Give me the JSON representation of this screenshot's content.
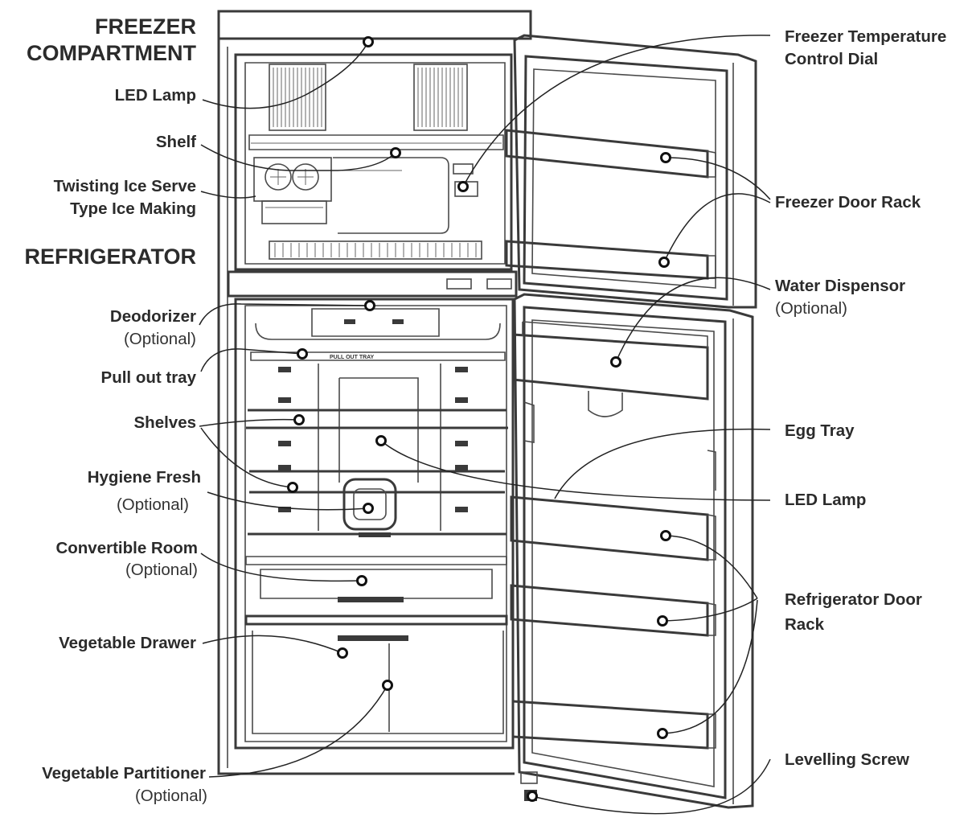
{
  "sections": {
    "freezer_line1": "FREEZER",
    "freezer_line2": "COMPARTMENT",
    "refrigerator": "REFRIGERATOR"
  },
  "labels": {
    "led_lamp_freezer": "LED Lamp",
    "shelf": "Shelf",
    "ice_line1": "Twisting Ice Serve",
    "ice_line2": "Type Ice Making",
    "deodorizer": "Deodorizer",
    "pull_out_tray": "Pull out tray",
    "shelves": "Shelves",
    "hygiene_fresh": "Hygiene Fresh",
    "convertible_room": "Convertible Room",
    "vegetable_drawer": "Vegetable Drawer",
    "vegetable_partitioner": "Vegetable Partitioner",
    "freezer_temp_line1": "Freezer Temperature",
    "freezer_temp_line2": "Control Dial",
    "freezer_door_rack": "Freezer Door Rack",
    "water_dispensor": "Water Dispensor",
    "egg_tray": "Egg Tray",
    "led_lamp_fridge": "LED Lamp",
    "fridge_rack_line1": "Refrigerator Door",
    "fridge_rack_line2": "Rack",
    "levelling_screw": "Levelling Screw",
    "optional": "(Optional)"
  },
  "tray_marking": "PULL OUT TRAY"
}
